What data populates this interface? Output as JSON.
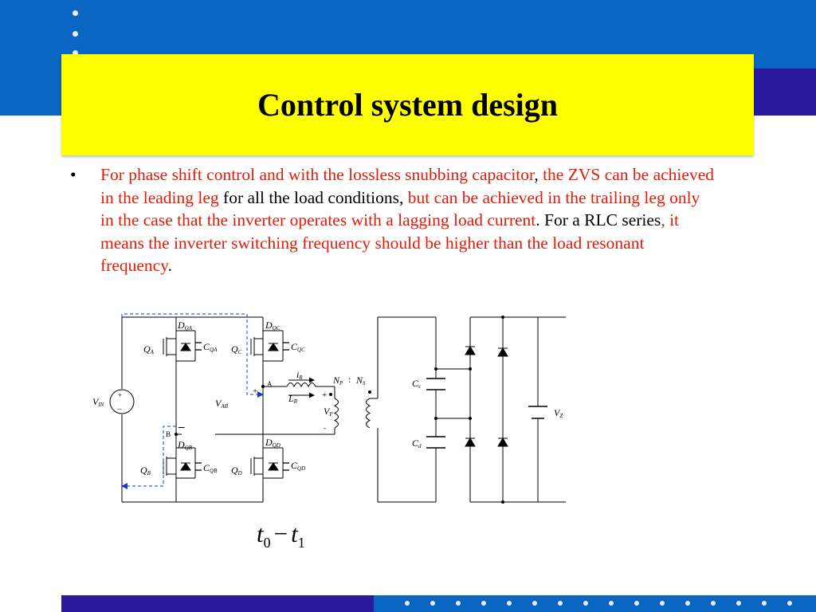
{
  "slide": {
    "title": "Control system design",
    "bullet": "•",
    "paragraph": [
      {
        "text": "For phase shift control and with the lossless snubbing capacitor",
        "style": "red"
      },
      {
        "text": ", ",
        "style": "black"
      },
      {
        "text": "the ZVS can be achieved in the leading leg",
        "style": "red"
      },
      {
        "text": " for all the load conditions, ",
        "style": "black"
      },
      {
        "text": "but can be achieved in the trailing leg only in the case that the inverter operates with a lagging load current",
        "style": "red"
      },
      {
        "text": ". For a RLC series",
        "style": "black"
      },
      {
        "text": ", it means the inverter switching frequency should be higher than the load resonant frequency",
        "style": "red"
      },
      {
        "text": ".",
        "style": "black"
      }
    ],
    "formula": {
      "t": "t",
      "sub0": "0",
      "op": "−",
      "sub1": "1"
    }
  },
  "circuit": {
    "labels": {
      "dqa": "D",
      "dqa_sub": "QA",
      "dqc": "D",
      "dqc_sub": "QC",
      "cqa": "C",
      "cqa_sub": "QA",
      "cqc": "C",
      "cqc_sub": "QC",
      "qa": "Q",
      "qa_sub": "A",
      "qc": "Q",
      "qc_sub": "C",
      "dqb": "D",
      "dqb_sub": "QB",
      "dqd": "D",
      "dqd_sub": "QD",
      "cqb": "C",
      "cqb_sub": "QB",
      "cqd": "C",
      "cqd_sub": "QD",
      "qb": "Q",
      "qb_sub": "B",
      "qd": "Q",
      "qd_sub": "D",
      "vin": "V",
      "vin_sub": "IN",
      "vab": "V",
      "vab_sub": "AB",
      "ir": "i",
      "ir_sub": "R",
      "lr": "L",
      "lr_sub": "R",
      "np": "N",
      "np_sub": "P",
      "colon": ":",
      "ns": "N",
      "ns_sub": "S",
      "vp": "V",
      "vp_sub": "P",
      "cs": "C",
      "cs_sub": "s",
      "cd": "C",
      "cd_sub": "d",
      "vz": "V",
      "vz_sub": "Z",
      "node_a": "A",
      "node_b": "B",
      "plus": "+",
      "minus": "–",
      "minus_big": "–",
      "dash": "-"
    }
  },
  "colors": {
    "band_blue": "#0a66c2",
    "stripe_indigo": "#2b1aa0",
    "title_yellow": "#ffff00",
    "text_red": "#e21c0a",
    "dashed_blue": "#1a35d6"
  }
}
